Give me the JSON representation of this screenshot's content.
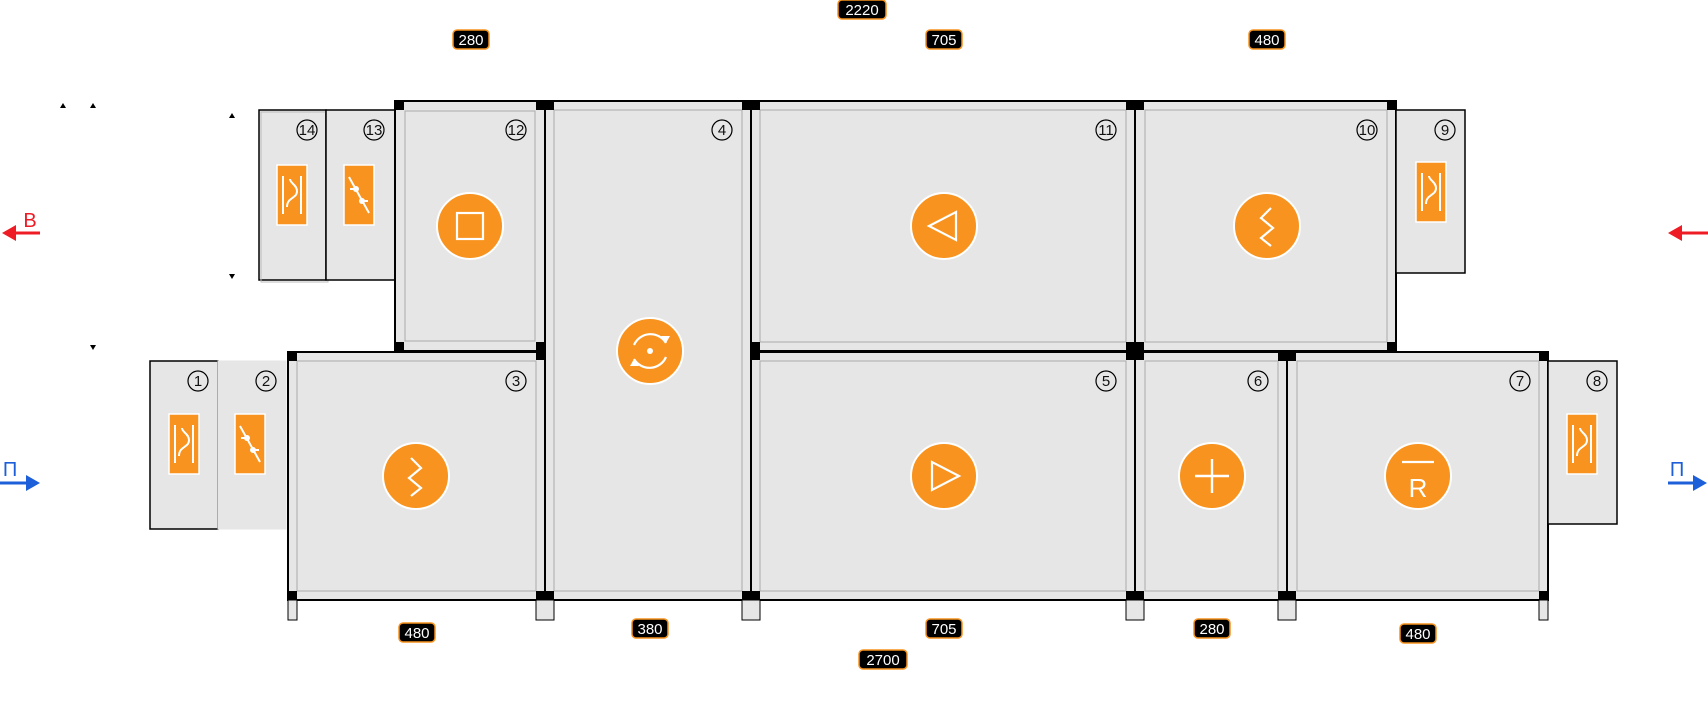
{
  "dimensions": {
    "top_total": "2220",
    "top_12": "280",
    "top_11": "705",
    "top_10": "480",
    "bottom_3": "480",
    "bottom_4": "380",
    "bottom_5": "705",
    "bottom_6": "280",
    "bottom_7": "480",
    "bottom_total": "2700"
  },
  "modules": {
    "m1": "1",
    "m2": "2",
    "m3": "3",
    "m4": "4",
    "m5": "5",
    "m6": "6",
    "m7": "7",
    "m8": "8",
    "m9": "9",
    "m10": "10",
    "m11": "11",
    "m12": "12",
    "m13": "13",
    "m14": "14"
  },
  "arrows": {
    "exhaust_label": "В",
    "supply_label": "П"
  },
  "colors": {
    "orange": "#F7931E",
    "module_fill": "#E6E6E6",
    "exhaust_arrow": "#EE1C25",
    "supply_arrow": "#1D5FD8"
  },
  "icons": {
    "m1": "flex-connector-icon",
    "m2": "damper-icon",
    "m3": "heater-icon",
    "m4": "rotary-recuperator-icon",
    "m5": "supply-fan-icon",
    "m6": "cooler-icon",
    "m7": "silencer-icon",
    "m8": "flex-connector-icon",
    "m9": "flex-connector-icon",
    "m10": "heater-icon",
    "m11": "exhaust-fan-icon",
    "m12": "filter-icon",
    "m13": "damper-icon",
    "m14": "flex-connector-icon"
  }
}
